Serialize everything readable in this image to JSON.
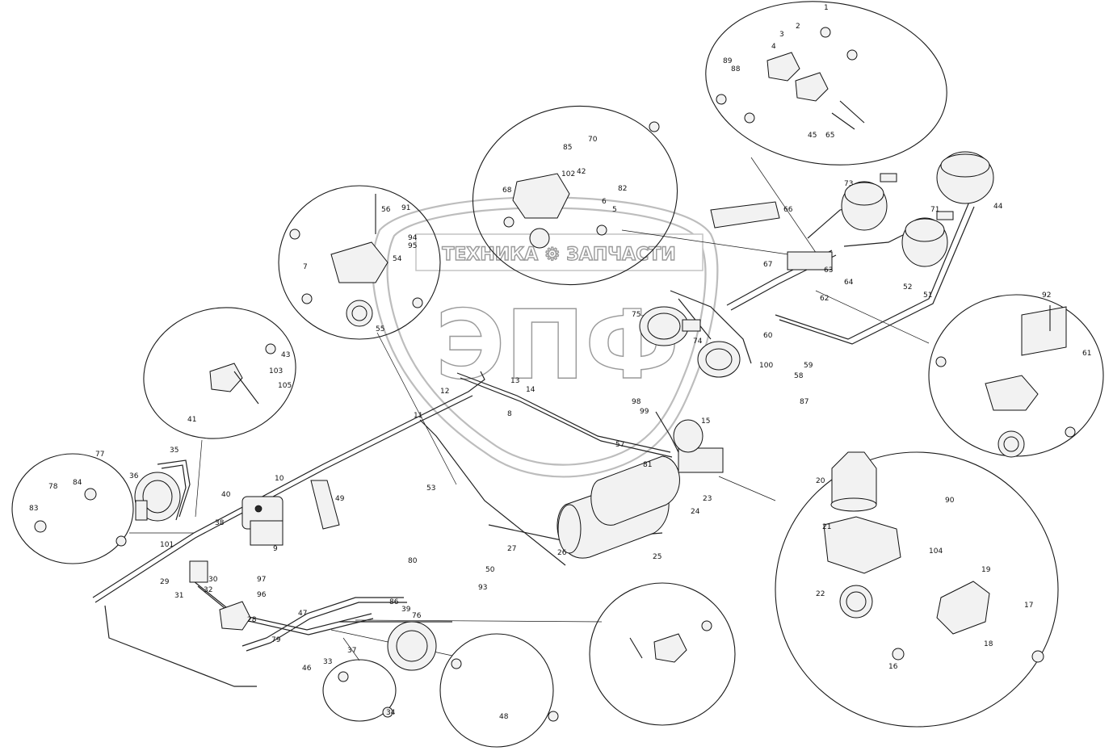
{
  "watermark": {
    "brand_line": "ТЕХНИКА ⚙ ЗАПЧАСТИ",
    "logo_letters": "ЭПФ"
  },
  "callouts": [
    {
      "id": "c-top-1",
      "text": "1"
    },
    {
      "id": "c-top-2",
      "text": "2"
    },
    {
      "id": "c-top-3",
      "text": "3"
    },
    {
      "id": "c-top-4",
      "text": "4"
    },
    {
      "id": "c-top-89",
      "text": "89"
    },
    {
      "id": "c-top-88",
      "text": "88"
    },
    {
      "id": "c-top-45",
      "text": "45"
    },
    {
      "id": "c-top-65",
      "text": "65"
    },
    {
      "id": "c-mid-85",
      "text": "85"
    },
    {
      "id": "c-mid-70",
      "text": "70"
    },
    {
      "id": "c-mid-102",
      "text": "102"
    },
    {
      "id": "c-mid-42",
      "text": "42"
    },
    {
      "id": "c-mid-68",
      "text": "68"
    },
    {
      "id": "c-mid-82",
      "text": "82"
    },
    {
      "id": "c-mid-6",
      "text": "6"
    },
    {
      "id": "c-mid-5",
      "text": "5"
    },
    {
      "id": "c-left-56",
      "text": "56"
    },
    {
      "id": "c-left-91",
      "text": "91"
    },
    {
      "id": "c-left-94",
      "text": "94"
    },
    {
      "id": "c-left-95",
      "text": "95"
    },
    {
      "id": "c-left-54",
      "text": "54"
    },
    {
      "id": "c-left-55",
      "text": "55"
    },
    {
      "id": "c-left-7",
      "text": "7"
    },
    {
      "id": "c-43",
      "text": "43"
    },
    {
      "id": "c-103",
      "text": "103"
    },
    {
      "id": "c-105",
      "text": "105"
    },
    {
      "id": "c-41",
      "text": "41"
    },
    {
      "id": "c-73",
      "text": "73"
    },
    {
      "id": "c-71",
      "text": "71"
    },
    {
      "id": "c-44",
      "text": "44"
    },
    {
      "id": "c-66",
      "text": "66"
    },
    {
      "id": "c-67",
      "text": "67"
    },
    {
      "id": "c-64",
      "text": "64"
    },
    {
      "id": "c-63",
      "text": "63"
    },
    {
      "id": "c-62",
      "text": "62"
    },
    {
      "id": "c-61",
      "text": "61"
    },
    {
      "id": "c-60",
      "text": "60"
    },
    {
      "id": "c-75",
      "text": "75"
    },
    {
      "id": "c-74",
      "text": "74"
    },
    {
      "id": "c-59",
      "text": "59"
    },
    {
      "id": "c-58",
      "text": "58"
    },
    {
      "id": "c-100",
      "text": "100"
    },
    {
      "id": "c-87",
      "text": "87"
    },
    {
      "id": "c-52",
      "text": "52"
    },
    {
      "id": "c-51",
      "text": "51"
    },
    {
      "id": "c-92",
      "text": "92"
    },
    {
      "id": "c-17",
      "text": "17"
    },
    {
      "id": "c-18",
      "text": "18"
    },
    {
      "id": "c-19",
      "text": "19"
    },
    {
      "id": "c-20",
      "text": "20"
    },
    {
      "id": "c-21",
      "text": "21"
    },
    {
      "id": "c-22",
      "text": "22"
    },
    {
      "id": "c-16",
      "text": "16"
    },
    {
      "id": "c-104",
      "text": "104"
    },
    {
      "id": "c-90",
      "text": "90"
    },
    {
      "id": "c-15",
      "text": "15"
    },
    {
      "id": "c-13",
      "text": "13"
    },
    {
      "id": "c-14",
      "text": "14"
    },
    {
      "id": "c-12",
      "text": "12"
    },
    {
      "id": "c-11",
      "text": "11"
    },
    {
      "id": "c-10",
      "text": "10"
    },
    {
      "id": "c-9",
      "text": "9"
    },
    {
      "id": "c-8",
      "text": "8"
    },
    {
      "id": "c-23",
      "text": "23"
    },
    {
      "id": "c-24",
      "text": "24"
    },
    {
      "id": "c-25",
      "text": "25"
    },
    {
      "id": "c-26",
      "text": "26"
    },
    {
      "id": "c-27",
      "text": "27"
    },
    {
      "id": "c-28",
      "text": "28"
    },
    {
      "id": "c-29",
      "text": "29"
    },
    {
      "id": "c-30",
      "text": "30"
    },
    {
      "id": "c-31",
      "text": "31"
    },
    {
      "id": "c-32",
      "text": "32"
    },
    {
      "id": "c-33",
      "text": "33"
    },
    {
      "id": "c-34",
      "text": "34"
    },
    {
      "id": "c-35",
      "text": "35"
    },
    {
      "id": "c-36",
      "text": "36"
    },
    {
      "id": "c-37",
      "text": "37"
    },
    {
      "id": "c-38",
      "text": "38"
    },
    {
      "id": "c-39",
      "text": "39"
    },
    {
      "id": "c-40",
      "text": "40"
    },
    {
      "id": "c-46",
      "text": "46"
    },
    {
      "id": "c-47",
      "text": "47"
    },
    {
      "id": "c-48",
      "text": "48"
    },
    {
      "id": "c-49",
      "text": "49"
    },
    {
      "id": "c-50",
      "text": "50"
    },
    {
      "id": "c-53",
      "text": "53"
    },
    {
      "id": "c-57",
      "text": "57"
    },
    {
      "id": "c-76",
      "text": "76"
    },
    {
      "id": "c-77",
      "text": "77"
    },
    {
      "id": "c-78",
      "text": "78"
    },
    {
      "id": "c-79",
      "text": "79"
    },
    {
      "id": "c-80",
      "text": "80"
    },
    {
      "id": "c-81",
      "text": "81"
    },
    {
      "id": "c-83",
      "text": "83"
    },
    {
      "id": "c-84",
      "text": "84"
    },
    {
      "id": "c-86",
      "text": "86"
    },
    {
      "id": "c-93",
      "text": "93"
    },
    {
      "id": "c-96",
      "text": "96"
    },
    {
      "id": "c-97",
      "text": "97"
    },
    {
      "id": "c-98",
      "text": "98"
    },
    {
      "id": "c-99",
      "text": "99"
    },
    {
      "id": "c-101",
      "text": "101"
    }
  ]
}
